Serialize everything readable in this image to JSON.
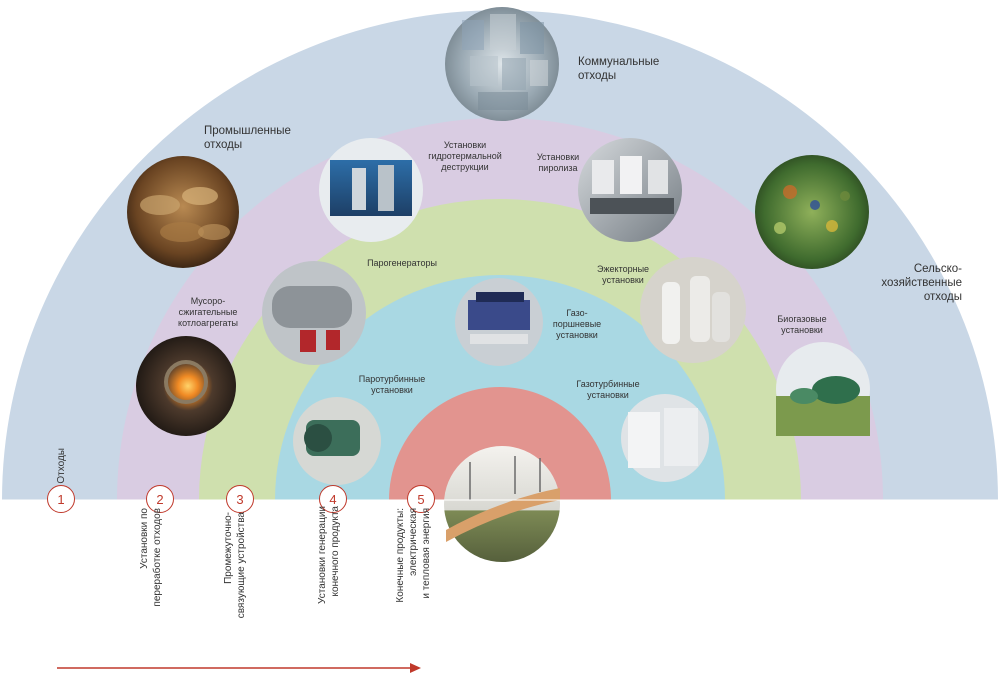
{
  "colors": {
    "band1": "#c9d7e6",
    "band2": "#d9cce2",
    "band3": "#cfe0ae",
    "band4": "#a9d8e3",
    "band5": "#e2948f",
    "accent": "#c0392b"
  },
  "categories": {
    "municipal": "Коммунальные\nотходы",
    "industrial": "Промышленные\nотходы",
    "agricultural": "Сельско-\nхозяйственные\nотходы"
  },
  "installations": {
    "hydrothermal": "Установки\nгидротермальной\nдеструкции",
    "pyrolysis": "Установки\nпиролиза",
    "steam_generators": "Парогенераторы",
    "ejector": "Эжекторные\nустановки",
    "incinerator": "Мусоро-\nсжигательные\nкотлоагрегаты",
    "gas_piston": "Газо-\nпоршневые\nустановки",
    "biogas": "Биогазовые\nустановки",
    "steam_turbine": "Паротурбинные\nустановки",
    "gas_turbine": "Газотурбинные\nустановки"
  },
  "stages": [
    {
      "num": "1",
      "label": "Отходы"
    },
    {
      "num": "2",
      "label": "Установки по\nпереработке отходов"
    },
    {
      "num": "3",
      "label": "Промежуточно-\nсвязующие устройства"
    },
    {
      "num": "4",
      "label": "Установки генерации\nконечного продукта"
    },
    {
      "num": "5",
      "label": "Конечные продукты:\nэлектрическая\nи тепловая энергия"
    }
  ]
}
